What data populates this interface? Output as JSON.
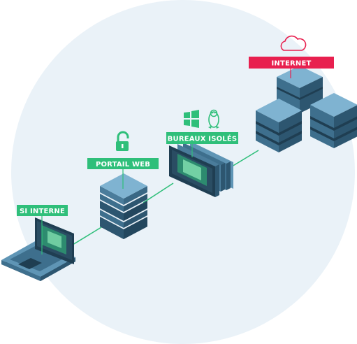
{
  "labels": {
    "si_interne": "SI INTERNE",
    "portail_web": "PORTAIL WEB",
    "bureaux_isoles": "BUREAUX ISOLÉS",
    "internet": "INTERNET"
  },
  "icons": {
    "portail": "unlocked-padlock-icon",
    "windows": "windows-logo-icon",
    "linux": "linux-penguin-icon",
    "cloud": "cloud-icon"
  },
  "colors": {
    "background_circle": "#e9f1f7",
    "green_accent": "#2fbf7a",
    "red_accent": "#e8204f",
    "server_top": "#7fb3d1",
    "server_side": "#3e6f8d",
    "server_dark": "#1f3e52",
    "connection_line": "#2fbf7a"
  }
}
